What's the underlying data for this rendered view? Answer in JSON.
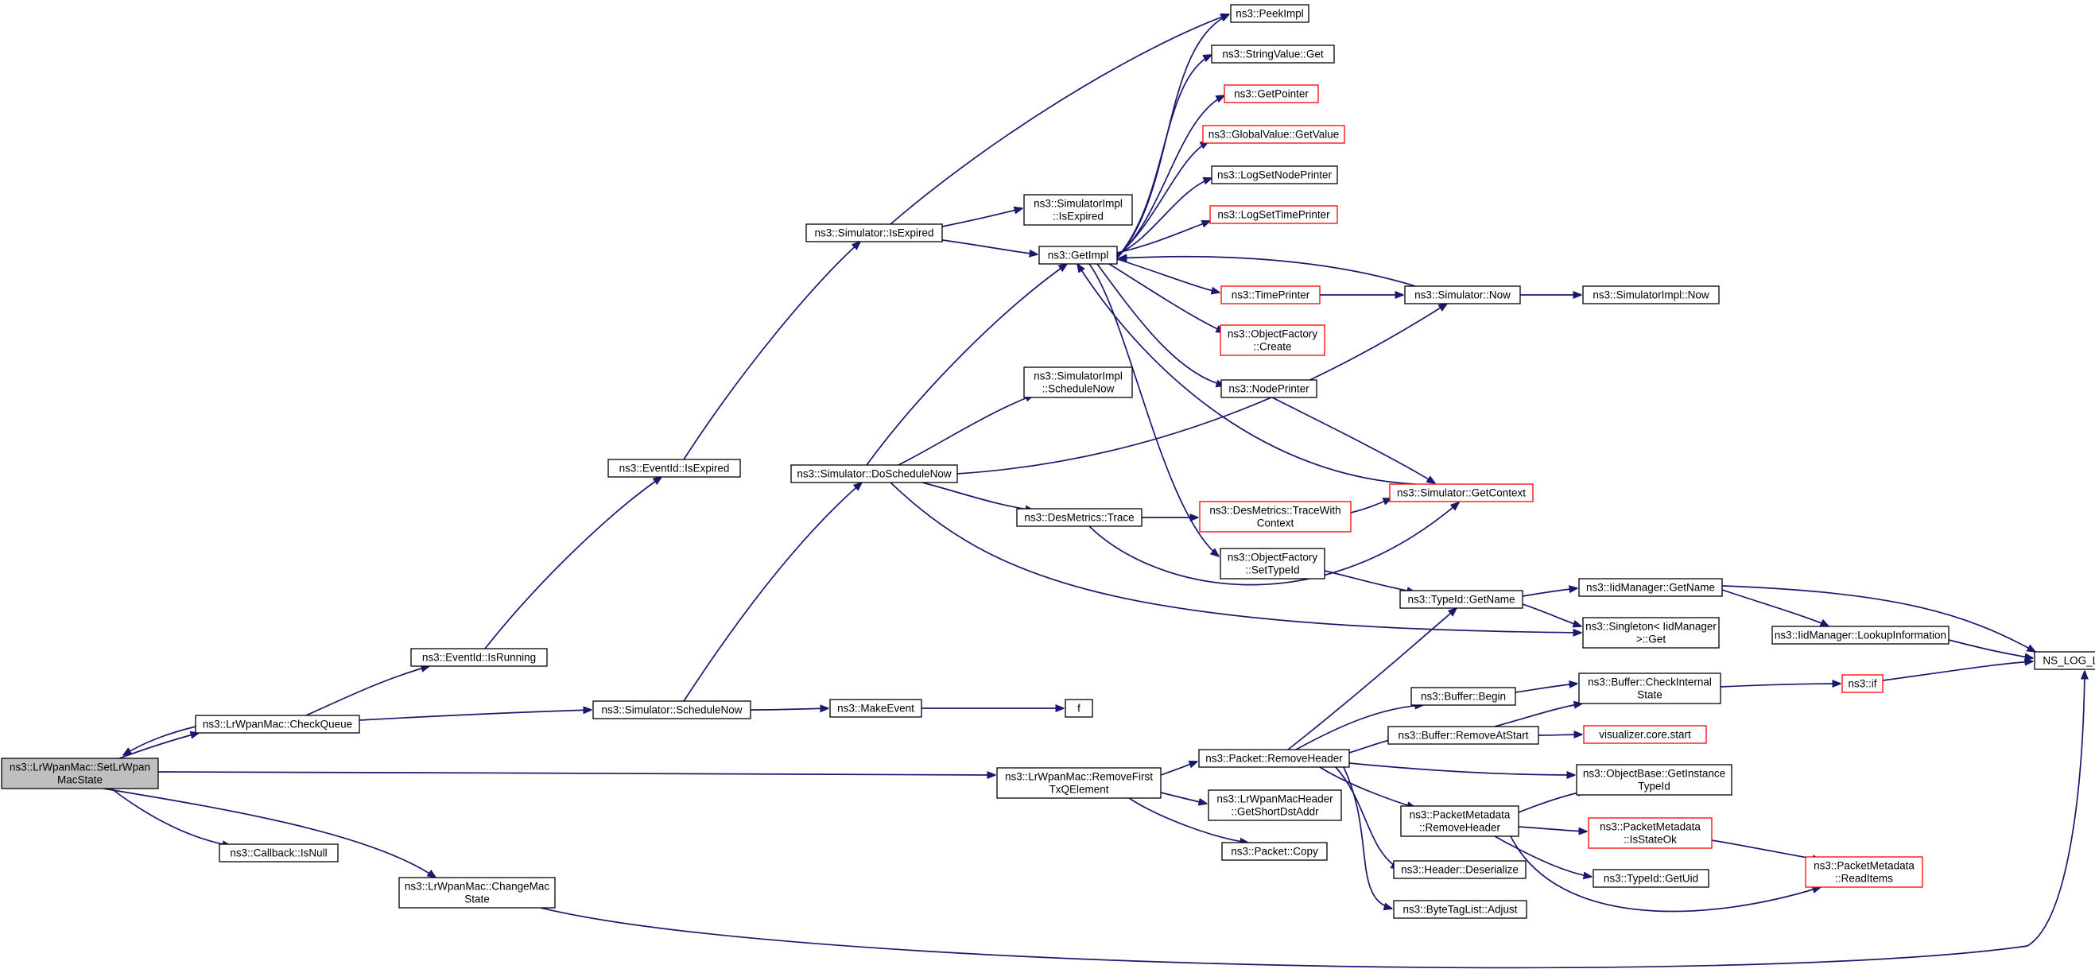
{
  "diagram": {
    "colors": {
      "edge": "#191970",
      "node_border": "#000000",
      "node_border_incomplete": "#ff0000",
      "root_fill": "#bfbfbf",
      "node_fill": "#ffffff"
    },
    "nodes": [
      {
        "id": "root",
        "lines": [
          "ns3::LrWpanMac::SetLrWpan",
          "MacState"
        ],
        "style": "root"
      },
      {
        "id": "checkqueue",
        "lines": [
          "ns3::LrWpanMac::CheckQueue"
        ],
        "style": "normal"
      },
      {
        "id": "callback_isnull",
        "lines": [
          "ns3::Callback::IsNull"
        ],
        "style": "normal"
      },
      {
        "id": "changemacstate",
        "lines": [
          "ns3::LrWpanMac::ChangeMac",
          "State"
        ],
        "style": "normal"
      },
      {
        "id": "removefirst",
        "lines": [
          "ns3::LrWpanMac::RemoveFirst",
          "TxQElement"
        ],
        "style": "normal"
      },
      {
        "id": "eventid_isrunning",
        "lines": [
          "ns3::EventId::IsRunning"
        ],
        "style": "normal"
      },
      {
        "id": "schedulenow",
        "lines": [
          "ns3::Simulator::ScheduleNow"
        ],
        "style": "normal"
      },
      {
        "id": "eventid_isexpired",
        "lines": [
          "ns3::EventId::IsExpired"
        ],
        "style": "normal"
      },
      {
        "id": "sim_isexpired",
        "lines": [
          "ns3::Simulator::IsExpired"
        ],
        "style": "normal"
      },
      {
        "id": "doschedulenow",
        "lines": [
          "ns3::Simulator::DoScheduleNow"
        ],
        "style": "normal"
      },
      {
        "id": "makeevent",
        "lines": [
          "ns3::MakeEvent"
        ],
        "style": "normal"
      },
      {
        "id": "f",
        "lines": [
          "f"
        ],
        "style": "normal"
      },
      {
        "id": "simimpl_isexpired",
        "lines": [
          "ns3::SimulatorImpl",
          "::IsExpired"
        ],
        "style": "normal"
      },
      {
        "id": "getimpl",
        "lines": [
          "ns3::GetImpl"
        ],
        "style": "normal"
      },
      {
        "id": "simimpl_schedulenow",
        "lines": [
          "ns3::SimulatorImpl",
          "::ScheduleNow"
        ],
        "style": "normal"
      },
      {
        "id": "desmetrics_trace",
        "lines": [
          "ns3::DesMetrics::Trace"
        ],
        "style": "normal"
      },
      {
        "id": "peekimpl",
        "lines": [
          "ns3::PeekImpl"
        ],
        "style": "normal"
      },
      {
        "id": "stringvalue_get",
        "lines": [
          "ns3::StringValue::Get"
        ],
        "style": "normal"
      },
      {
        "id": "getpointer",
        "lines": [
          "ns3::GetPointer"
        ],
        "style": "incomplete"
      },
      {
        "id": "globalvalue_getvalue",
        "lines": [
          "ns3::GlobalValue::GetValue"
        ],
        "style": "incomplete"
      },
      {
        "id": "logsetnodeprinter",
        "lines": [
          "ns3::LogSetNodePrinter"
        ],
        "style": "normal"
      },
      {
        "id": "logsettimeprinter",
        "lines": [
          "ns3::LogSetTimePrinter"
        ],
        "style": "incomplete"
      },
      {
        "id": "timeprinter",
        "lines": [
          "ns3::TimePrinter"
        ],
        "style": "incomplete"
      },
      {
        "id": "objectfactory_create",
        "lines": [
          "ns3::ObjectFactory",
          "::Create"
        ],
        "style": "incomplete"
      },
      {
        "id": "nodeprinter",
        "lines": [
          "ns3::NodePrinter"
        ],
        "style": "normal"
      },
      {
        "id": "tracewithcontext",
        "lines": [
          "ns3::DesMetrics::TraceWith",
          "Context"
        ],
        "style": "incomplete"
      },
      {
        "id": "objectfactory_settypeid",
        "lines": [
          "ns3::ObjectFactory",
          "::SetTypeId"
        ],
        "style": "normal"
      },
      {
        "id": "simulator_now",
        "lines": [
          "ns3::Simulator::Now"
        ],
        "style": "normal"
      },
      {
        "id": "simimpl_now",
        "lines": [
          "ns3::SimulatorImpl::Now"
        ],
        "style": "normal"
      },
      {
        "id": "getcontext",
        "lines": [
          "ns3::Simulator::GetContext"
        ],
        "style": "incomplete"
      },
      {
        "id": "typeid_getname",
        "lines": [
          "ns3::TypeId::GetName"
        ],
        "style": "normal"
      },
      {
        "id": "iidmanager_getname",
        "lines": [
          "ns3::IidManager::GetName"
        ],
        "style": "normal"
      },
      {
        "id": "singleton_get",
        "lines": [
          "ns3::Singleton< IidManager",
          " >::Get"
        ],
        "style": "normal"
      },
      {
        "id": "lookupinformation",
        "lines": [
          "ns3::IidManager::LookupInformation"
        ],
        "style": "normal"
      },
      {
        "id": "ns_log_logic",
        "lines": [
          "NS_LOG_LOGIC"
        ],
        "style": "normal"
      },
      {
        "id": "packet_removeheader",
        "lines": [
          "ns3::Packet::RemoveHeader"
        ],
        "style": "normal"
      },
      {
        "id": "getshortdstaddr",
        "lines": [
          "ns3::LrWpanMacHeader",
          "::GetShortDstAddr"
        ],
        "style": "normal"
      },
      {
        "id": "packet_copy",
        "lines": [
          "ns3::Packet::Copy"
        ],
        "style": "normal"
      },
      {
        "id": "buffer_begin",
        "lines": [
          "ns3::Buffer::Begin"
        ],
        "style": "normal"
      },
      {
        "id": "buffer_removeatstart",
        "lines": [
          "ns3::Buffer::RemoveAtStart"
        ],
        "style": "normal"
      },
      {
        "id": "buffer_checkinternalstate",
        "lines": [
          "ns3::Buffer::CheckInternal",
          "State"
        ],
        "style": "normal"
      },
      {
        "id": "ns3_if",
        "lines": [
          "ns3::if"
        ],
        "style": "incomplete"
      },
      {
        "id": "visualizer_start",
        "lines": [
          "visualizer.core.start"
        ],
        "style": "incomplete"
      },
      {
        "id": "getinstancetypeid",
        "lines": [
          "ns3::ObjectBase::GetInstance",
          "TypeId"
        ],
        "style": "normal"
      },
      {
        "id": "pm_removeheader",
        "lines": [
          "ns3::PacketMetadata",
          "::RemoveHeader"
        ],
        "style": "normal"
      },
      {
        "id": "header_deserialize",
        "lines": [
          "ns3::Header::Deserialize"
        ],
        "style": "normal"
      },
      {
        "id": "bytetaglist_adjust",
        "lines": [
          "ns3::ByteTagList::Adjust"
        ],
        "style": "normal"
      },
      {
        "id": "pm_isstateok",
        "lines": [
          "ns3::PacketMetadata",
          "::IsStateOk"
        ],
        "style": "incomplete"
      },
      {
        "id": "typeid_getuid",
        "lines": [
          "ns3::TypeId::GetUid"
        ],
        "style": "normal"
      },
      {
        "id": "pm_readitems",
        "lines": [
          "ns3::PacketMetadata",
          "::ReadItems"
        ],
        "style": "incomplete"
      }
    ],
    "edges": [
      [
        "root",
        "checkqueue"
      ],
      [
        "root",
        "removefirst"
      ],
      [
        "root",
        "callback_isnull"
      ],
      [
        "root",
        "changemacstate"
      ],
      [
        "checkqueue",
        "root"
      ],
      [
        "checkqueue",
        "eventid_isrunning"
      ],
      [
        "checkqueue",
        "schedulenow"
      ],
      [
        "eventid_isrunning",
        "eventid_isexpired"
      ],
      [
        "eventid_isexpired",
        "sim_isexpired"
      ],
      [
        "sim_isexpired",
        "peekimpl"
      ],
      [
        "sim_isexpired",
        "simimpl_isexpired"
      ],
      [
        "sim_isexpired",
        "getimpl"
      ],
      [
        "schedulenow",
        "doschedulenow"
      ],
      [
        "schedulenow",
        "makeevent"
      ],
      [
        "makeevent",
        "f"
      ],
      [
        "doschedulenow",
        "getimpl"
      ],
      [
        "doschedulenow",
        "simimpl_schedulenow"
      ],
      [
        "doschedulenow",
        "desmetrics_trace"
      ],
      [
        "doschedulenow",
        "simulator_now"
      ],
      [
        "doschedulenow",
        "singleton_get"
      ],
      [
        "getimpl",
        "peekimpl"
      ],
      [
        "getimpl",
        "stringvalue_get"
      ],
      [
        "getimpl",
        "getpointer"
      ],
      [
        "getimpl",
        "globalvalue_getvalue"
      ],
      [
        "getimpl",
        "logsetnodeprinter"
      ],
      [
        "getimpl",
        "logsettimeprinter"
      ],
      [
        "getimpl",
        "timeprinter"
      ],
      [
        "getimpl",
        "objectfactory_create"
      ],
      [
        "getimpl",
        "nodeprinter"
      ],
      [
        "getimpl",
        "objectfactory_settypeid"
      ],
      [
        "timeprinter",
        "simulator_now"
      ],
      [
        "simulator_now",
        "getimpl"
      ],
      [
        "simulator_now",
        "simimpl_now"
      ],
      [
        "getcontext",
        "getimpl"
      ],
      [
        "nodeprinter",
        "getcontext"
      ],
      [
        "desmetrics_trace",
        "tracewithcontext"
      ],
      [
        "desmetrics_trace",
        "getcontext"
      ],
      [
        "tracewithcontext",
        "getcontext"
      ],
      [
        "objectfactory_settypeid",
        "typeid_getname"
      ],
      [
        "typeid_getname",
        "iidmanager_getname"
      ],
      [
        "typeid_getname",
        "singleton_get"
      ],
      [
        "iidmanager_getname",
        "lookupinformation"
      ],
      [
        "iidmanager_getname",
        "ns_log_logic"
      ],
      [
        "lookupinformation",
        "ns_log_logic"
      ],
      [
        "removefirst",
        "packet_removeheader"
      ],
      [
        "removefirst",
        "getshortdstaddr"
      ],
      [
        "removefirst",
        "packet_copy"
      ],
      [
        "packet_removeheader",
        "typeid_getname"
      ],
      [
        "packet_removeheader",
        "buffer_begin"
      ],
      [
        "packet_removeheader",
        "buffer_removeatstart"
      ],
      [
        "packet_removeheader",
        "getinstancetypeid"
      ],
      [
        "packet_removeheader",
        "pm_removeheader"
      ],
      [
        "packet_removeheader",
        "header_deserialize"
      ],
      [
        "packet_removeheader",
        "bytetaglist_adjust"
      ],
      [
        "buffer_begin",
        "buffer_checkinternalstate"
      ],
      [
        "buffer_removeatstart",
        "buffer_checkinternalstate"
      ],
      [
        "buffer_removeatstart",
        "visualizer_start"
      ],
      [
        "buffer_checkinternalstate",
        "ns3_if"
      ],
      [
        "ns3_if",
        "ns_log_logic"
      ],
      [
        "pm_removeheader",
        "getinstancetypeid"
      ],
      [
        "pm_removeheader",
        "pm_isstateok"
      ],
      [
        "pm_removeheader",
        "typeid_getuid"
      ],
      [
        "pm_removeheader",
        "pm_readitems"
      ],
      [
        "pm_isstateok",
        "pm_readitems"
      ],
      [
        "changemacstate",
        "ns_log_logic"
      ]
    ]
  }
}
